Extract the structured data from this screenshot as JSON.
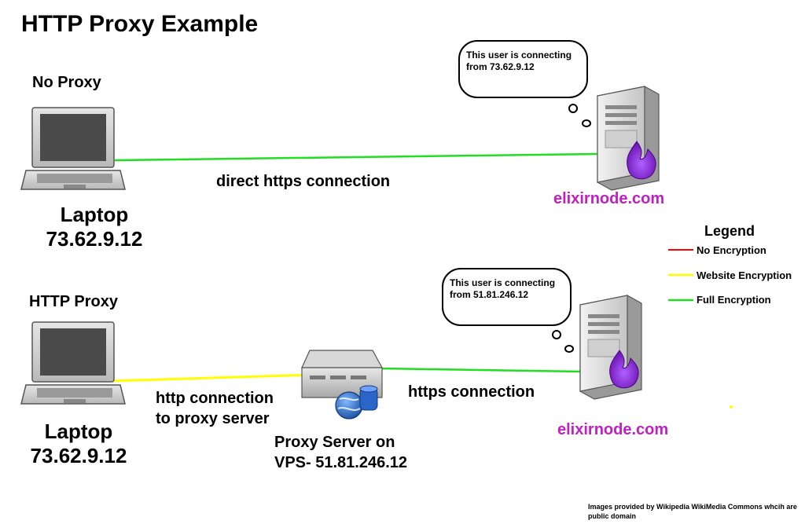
{
  "title": "HTTP Proxy Example",
  "top": {
    "heading": "No Proxy",
    "laptop_label": "Laptop",
    "laptop_ip": "73.62.9.12",
    "connection_label": "direct https connection",
    "bubble_line1": "This user is connecting",
    "bubble_line2": "from 73.62.9.12",
    "server_label": "elixirnode.com"
  },
  "bottom": {
    "heading": "HTTP Proxy",
    "laptop_label": "Laptop",
    "laptop_ip": "73.62.9.12",
    "http_line1": "http connection",
    "http_line2": "to proxy server",
    "proxy_line1": "Proxy Server on",
    "proxy_line2": "VPS- 51.81.246.12",
    "https_label": "https connection",
    "bubble_line1": "This user is connecting",
    "bubble_line2": "from 51.81.246.12",
    "server_label": "elixirnode.com"
  },
  "legend": {
    "title": "Legend",
    "items": [
      {
        "label": "No Encryption",
        "color": "#ff0000"
      },
      {
        "label": "Website Encryption",
        "color": "#ffff00"
      },
      {
        "label": "Full Encryption",
        "color": "#22dd22"
      }
    ]
  },
  "footer": {
    "line1": "Images provided by Wikipedia WikiMedia Commons whcih are",
    "line2": "public domain"
  },
  "icons": {
    "laptop": "laptop-icon",
    "server": "server-icon",
    "proxy": "proxy-server-icon",
    "globe": "globe-icon"
  },
  "colors": {
    "server_label": "#c020c0",
    "full_encryption": "#22dd22",
    "website_encryption": "#ffff00",
    "no_encryption": "#ff0000"
  }
}
